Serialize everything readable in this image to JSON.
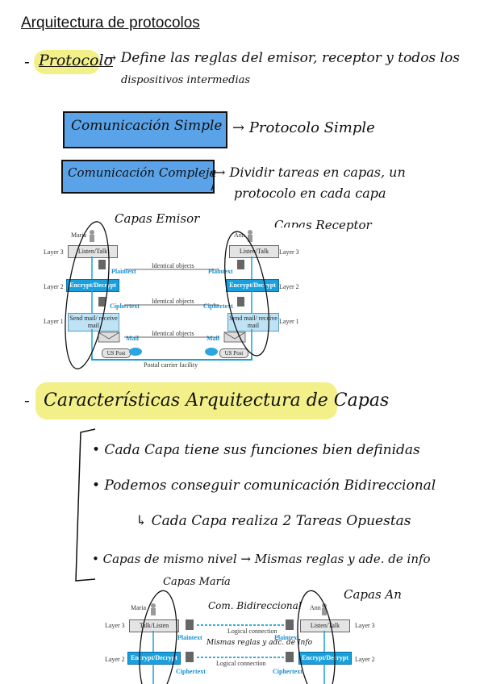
{
  "title": "Arquitectura de protocolos",
  "notes": {
    "dash1": "-",
    "protocolo": "Protocolo",
    "protocolo_def_1": "→ Define las reglas del emisor, receptor y todos los",
    "protocolo_def_2": "dispositivos intermedias",
    "com_simple": "Comunicación Simple",
    "com_simple_arrow": "→ Protocolo Simple",
    "com_compleja": "Comunicación Compleja",
    "com_compleja_arrow_1": "→ Dividir tareas en capas, un",
    "com_compleja_arrow_2": "protocolo en cada capa",
    "capas_emisor": "Capas Emisor",
    "capas_receptor": "Capas Receptor",
    "dash2": "-",
    "caracteristicas": "Características Arquitectura de Capas",
    "bullet1": "• Cada Capa tiene sus funciones bien definidas",
    "bullet2": "• Podemos conseguir comunicación Bidireccional",
    "bullet2_sub": "↳ Cada Capa realiza 2 Tareas Opuestas",
    "bullet3": "• Capas de mismo nivel → Mismas reglas y ade. de info",
    "capas_maria": "Capas María",
    "capas_ann": "Capas An",
    "com_bidireccional": "Com. Bidireccional",
    "mismas_reglas": "Mismas reglas y adc. de Info"
  },
  "figure1": {
    "maria": "Maria",
    "ann": "Ann",
    "layer3_left": "Layer 3",
    "layer2_left": "Layer 2",
    "layer1_left": "Layer 1",
    "layer3_right": "Layer 3",
    "layer2_right": "Layer 2",
    "layer1_right": "Layer 1",
    "listen_talk_left": "Listen/Talk",
    "listen_talk_right": "Listen/Talk",
    "encrypt_left": "Encrypt/Decrypt",
    "encrypt_right": "Encrypt/Decrypt",
    "send_mail_left": "Send mail/ receive mail",
    "send_mail_right": "Send mail/ receive mail",
    "identical_objects_1": "Identical objects",
    "identical_objects_2": "Identical objects",
    "identical_objects_3": "Identical objects",
    "plaintext_left": "Plaintext",
    "plaintext_right": "Plaintext",
    "ciphertext_left": "Ciphertext",
    "ciphertext_right": "Ciphertext",
    "mail_left": "Mail",
    "mail_right": "Mail",
    "us_post_left": "US Post",
    "us_post_right": "US Post",
    "postal": "Postal carrier facility"
  },
  "figure2": {
    "maria": "Maria",
    "ann": "Ann",
    "layer3_left": "Layer 3",
    "layer2_left": "Layer 2",
    "layer3_right": "Layer 3",
    "layer2_right": "Layer 2",
    "talk_listen": "Talk/Listen",
    "listen_talk": "Listen/Talk",
    "encrypt_left": "Encrypt/Decrypt",
    "encrypt_right": "Encrypt/Decrypt",
    "logical_connection_1": "Logical connection",
    "logical_connection_2": "Logical connection",
    "plaintext_left": "Plaintext",
    "plaintext_right": "Plaintext",
    "ciphertext_left": "Ciphertext",
    "ciphertext_right": "Ciphertext"
  },
  "colors": {
    "highlight_yellow": "#f3f08a",
    "box_blue": "#5aa3e8",
    "figure_cyan": "#1aa0dd"
  }
}
